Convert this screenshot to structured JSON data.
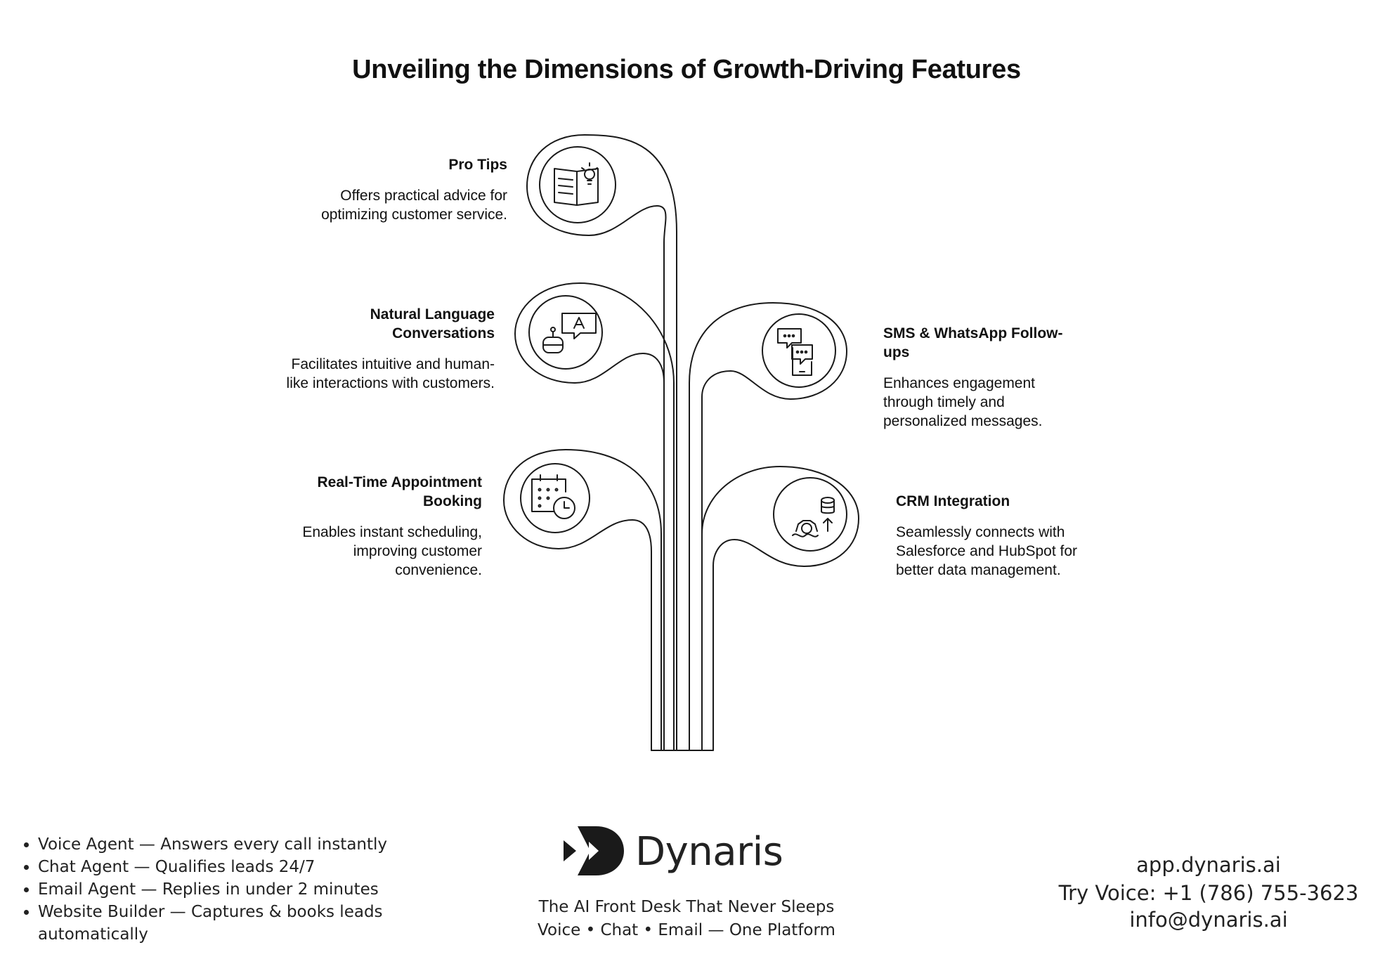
{
  "title": "Unveiling the Dimensions of Growth-Driving Features",
  "features": [
    {
      "title": "Pro Tips",
      "description": "Offers practical advice for optimizing customer service.",
      "icon": "book-lightbulb-icon"
    },
    {
      "title": "Natural Language Conversations",
      "description": "Facilitates intuitive and human-like interactions with customers.",
      "icon": "robot-chat-icon"
    },
    {
      "title": "Real-Time Appointment Booking",
      "description": "Enables instant scheduling, improving customer convenience.",
      "icon": "calendar-clock-icon"
    },
    {
      "title": "SMS & WhatsApp Follow-ups",
      "description": "Enhances engagement through timely and personalized messages.",
      "icon": "phone-messages-icon"
    },
    {
      "title": "CRM Integration",
      "description": "Seamlessly connects with Salesforce and HubSpot for better data management.",
      "icon": "gear-database-icon"
    }
  ],
  "footer": {
    "services": [
      "Voice Agent — Answers every call instantly",
      "Chat Agent — Qualifies leads 24/7",
      "Email Agent — Replies in under 2 minutes",
      " Website Builder — Captures & books leads automatically"
    ],
    "brand": "Dynaris",
    "tagline_1": "The AI Front Desk That Never Sleeps",
    "tagline_2": "Voice • Chat • Email — One Platform",
    "website": "app.dynaris.ai",
    "phone": "Try Voice: +1 (786) 755-3623",
    "email": "info@dynaris.ai"
  },
  "colors": {
    "line": "#1a1a1a",
    "text": "#111111",
    "footer_text": "#222222"
  }
}
